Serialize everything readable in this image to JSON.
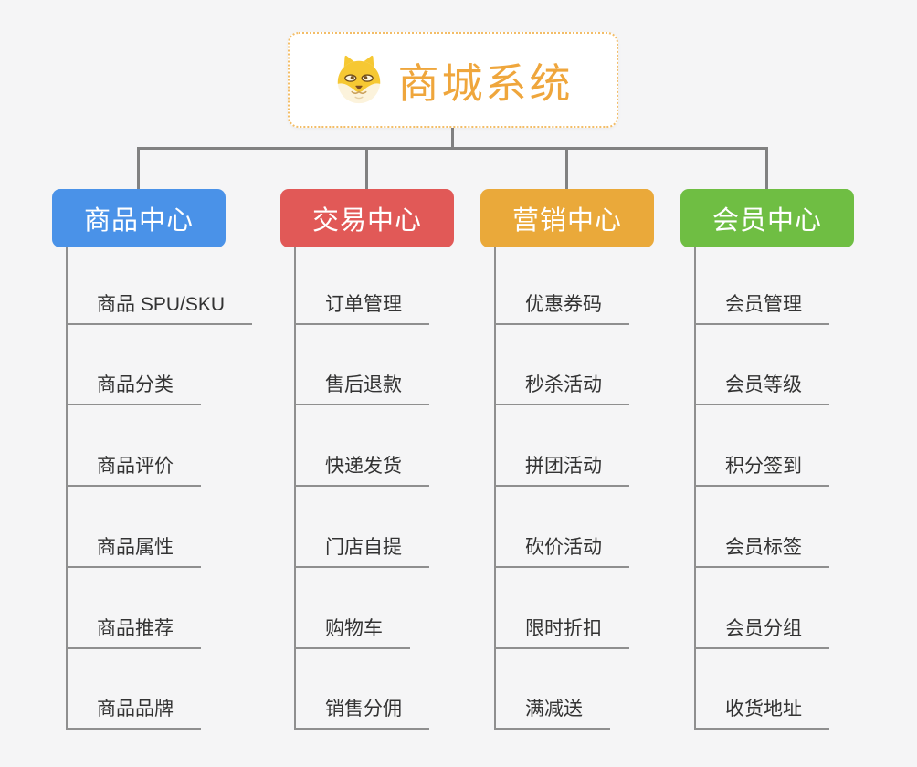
{
  "canvas": {
    "background": "#f5f5f6"
  },
  "root": {
    "title": "商城系统",
    "icon": "shiba-dog-icon",
    "border_color": "#f3bd67",
    "title_color": "#efa63c"
  },
  "connector_color": "#818181",
  "leaf_line_color": "#8f8f8f",
  "branches": [
    {
      "label": "商品中心",
      "color": "#4a92e8",
      "children": [
        "商品 SPU/SKU",
        "商品分类",
        "商品评价",
        "商品属性",
        "商品推荐",
        "商品品牌"
      ]
    },
    {
      "label": "交易中心",
      "color": "#e15957",
      "children": [
        "订单管理",
        "售后退款",
        "快递发货",
        "门店自提",
        "购物车",
        "销售分佣"
      ]
    },
    {
      "label": "营销中心",
      "color": "#eaa93a",
      "children": [
        "优惠券码",
        "秒杀活动",
        "拼团活动",
        "砍价活动",
        "限时折扣",
        "满减送"
      ]
    },
    {
      "label": "会员中心",
      "color": "#6fbe43",
      "children": [
        "会员管理",
        "会员等级",
        "积分签到",
        "会员标签",
        "会员分组",
        "收货地址"
      ]
    }
  ]
}
